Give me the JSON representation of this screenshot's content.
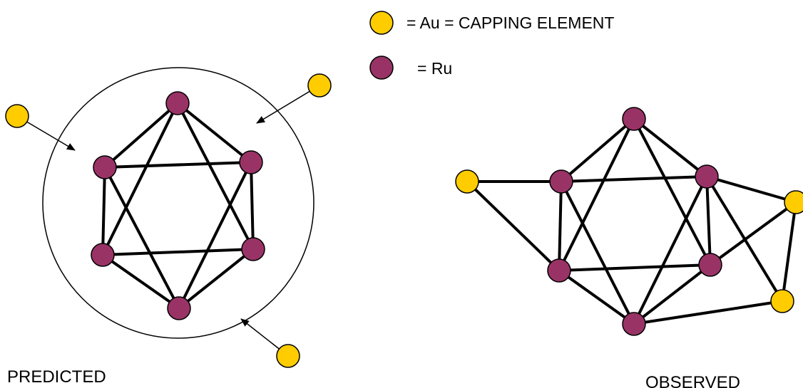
{
  "legend": {
    "au_label": "= Au = CAPPING ELEMENT",
    "ru_label": "= Ru"
  },
  "captions": {
    "predicted": "PREDICTED",
    "observed": "OBSERVED"
  },
  "colors": {
    "au": "#FFCC00",
    "ru": "#993366",
    "bond": "#000000",
    "outline": "#000000"
  },
  "structures": {
    "predicted": {
      "ru_atoms": 6,
      "au_atoms": 3,
      "bonds": 12,
      "capping_arrows": 3
    },
    "observed": {
      "ru_atoms": 6,
      "au_atoms": 3,
      "bonds": 19
    }
  }
}
